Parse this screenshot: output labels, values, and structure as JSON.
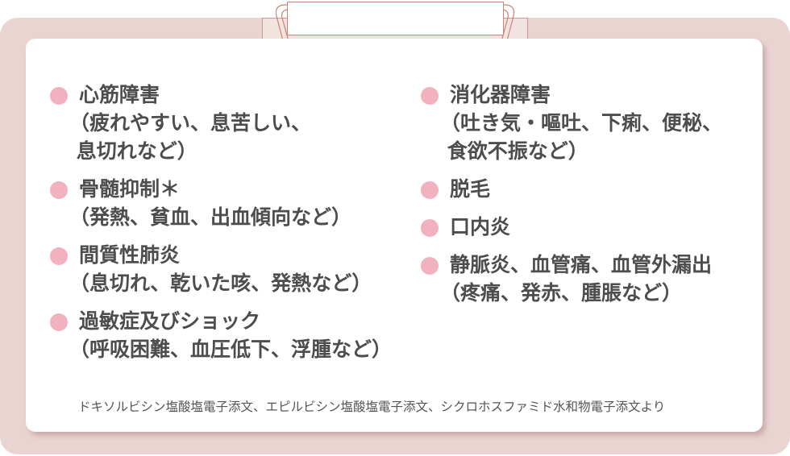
{
  "colors": {
    "board": "#e9d4d2",
    "card": "#ffffff",
    "bullet": "#f2b1bf",
    "text": "#4d4d4d",
    "clip_stroke": "#c9837d"
  },
  "left_column": {
    "items": [
      {
        "title": "心筋障害",
        "detail": "（疲れやすい、息苦しい、\n 息切れなど）"
      },
      {
        "title": "骨髄抑制＊",
        "detail": "（発熱、貧血、出血傾向など）"
      },
      {
        "title": "間質性肺炎",
        "detail": "（息切れ、乾いた咳、発熱など）"
      },
      {
        "title": "過敏症及びショック",
        "detail": "（呼吸困難、血圧低下、浮腫など）"
      }
    ]
  },
  "right_column": {
    "items": [
      {
        "title": "消化器障害",
        "detail": "（吐き気・嘔吐、下痢、便秘、\n 食欲不振など）"
      },
      {
        "title": "脱毛",
        "detail": ""
      },
      {
        "title": "口内炎",
        "detail": ""
      },
      {
        "title": "静脈炎、血管痛、血管外漏出",
        "detail": "（疼痛、発赤、腫脹など）"
      }
    ]
  },
  "footnote": "ドキソルビシン塩酸塩電子添文、エピルビシン塩酸塩電子添文、シクロホスファミド水和物電子添文より"
}
